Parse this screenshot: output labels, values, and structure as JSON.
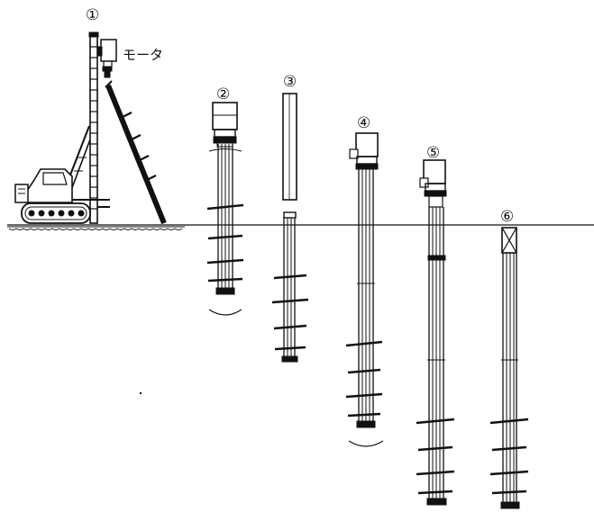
{
  "labels": {
    "step1": "①",
    "step2": "②",
    "step3": "③",
    "step4": "④",
    "step5": "⑤",
    "step6": "⑥",
    "motor": "モータ"
  }
}
